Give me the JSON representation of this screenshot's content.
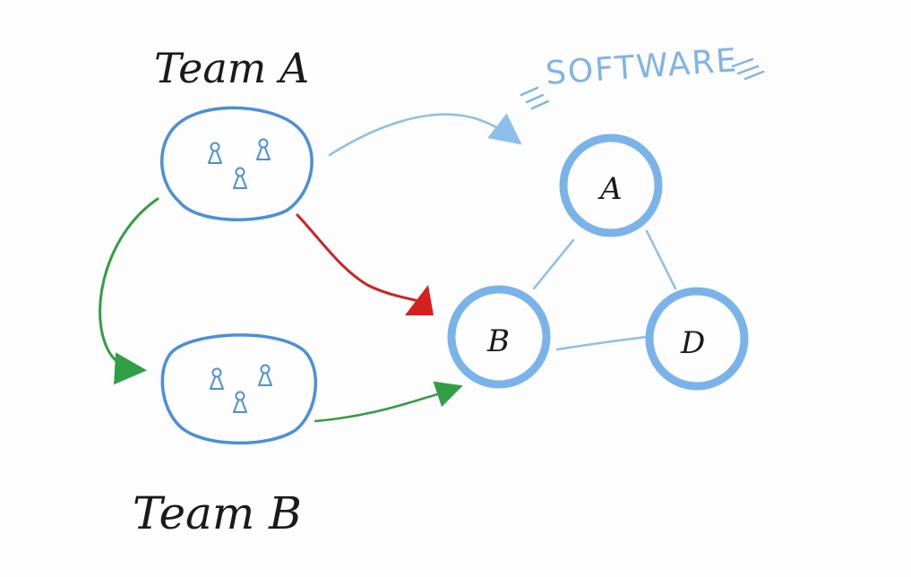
{
  "teams": [
    {
      "id": "team-a",
      "label": "Team A"
    },
    {
      "id": "team-b",
      "label": "Team B"
    }
  ],
  "software": {
    "label": "SOFTWARE",
    "nodes": [
      {
        "id": "A",
        "label": "A"
      },
      {
        "id": "B",
        "label": "B"
      },
      {
        "id": "D",
        "label": "D"
      }
    ]
  },
  "colors": {
    "team_outline": "#4a90d9",
    "software_node": "#7ab3ea",
    "software_edge": "#8dbfe9",
    "arrow_blue": "#8cc0ea",
    "arrow_red": "#d42020",
    "arrow_green": "#2f9e44",
    "ink": "#1a1a1a"
  }
}
